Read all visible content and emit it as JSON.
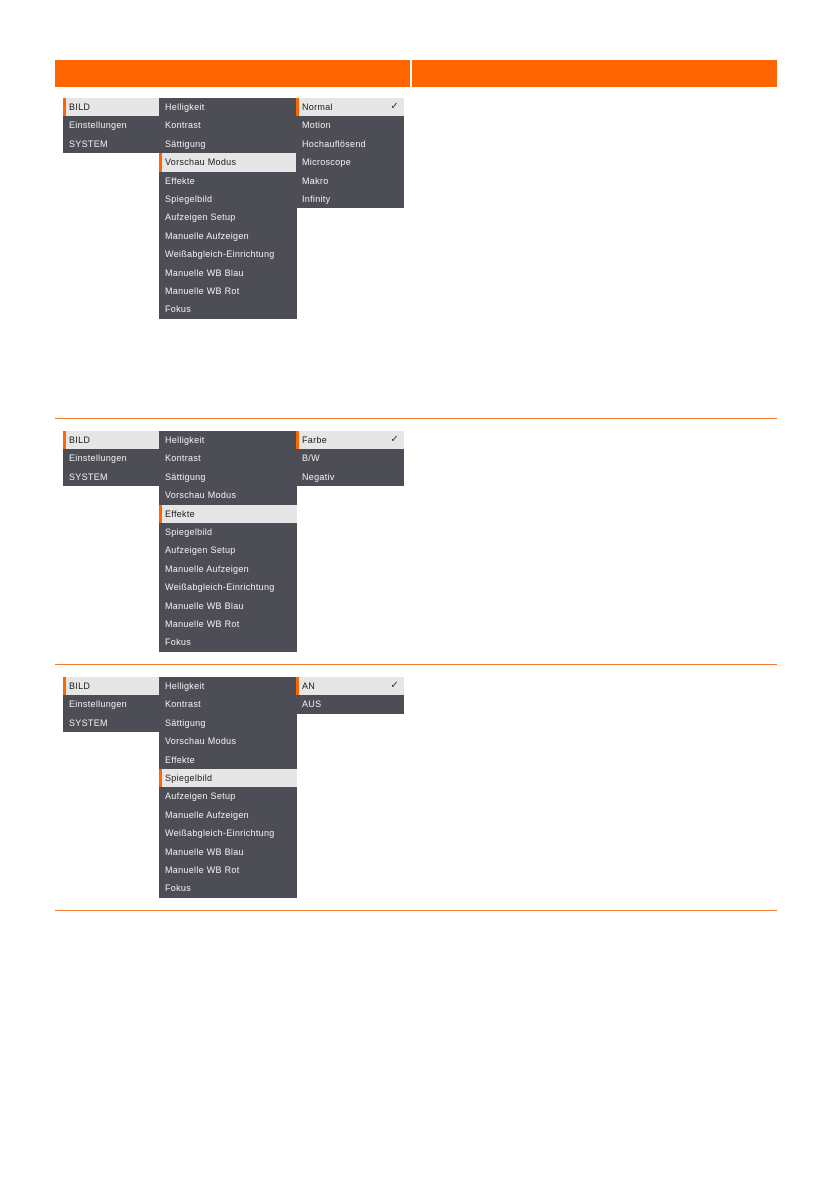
{
  "colors": {
    "accent": "#ff6600",
    "menu_bg": "#4d4d55",
    "selected_bg": "#e6e6e6"
  },
  "sections": [
    {
      "col1": [
        {
          "label": "BILD",
          "sel": true
        },
        {
          "label": "Einstellungen"
        },
        {
          "label": "SYSTEM"
        }
      ],
      "col2": [
        {
          "label": "Helligkeit"
        },
        {
          "label": "Kontrast"
        },
        {
          "label": "Sättigung"
        },
        {
          "label": "Vorschau Modus",
          "sel": true
        },
        {
          "label": "Effekte"
        },
        {
          "label": "Spiegelbild"
        },
        {
          "label": "Aufzeigen Setup"
        },
        {
          "label": "Manuelle Aufzeigen"
        },
        {
          "label": "Weißabgleich-Einrichtung"
        },
        {
          "label": "Manuelle WB Blau"
        },
        {
          "label": "Manuelle WB Rot"
        },
        {
          "label": "Fokus"
        }
      ],
      "col3": [
        {
          "label": "Normal",
          "sel": true,
          "check": "✓"
        },
        {
          "label": "Motion"
        },
        {
          "label": "Hochauflösend"
        },
        {
          "label": "Microscope"
        },
        {
          "label": "Makro"
        },
        {
          "label": "Infinity"
        }
      ]
    },
    {
      "col1": [
        {
          "label": "BILD",
          "sel": true
        },
        {
          "label": "Einstellungen"
        },
        {
          "label": "SYSTEM"
        }
      ],
      "col2": [
        {
          "label": "Helligkeit"
        },
        {
          "label": "Kontrast"
        },
        {
          "label": "Sättigung"
        },
        {
          "label": "Vorschau Modus"
        },
        {
          "label": "Effekte",
          "sel": true
        },
        {
          "label": "Spiegelbild"
        },
        {
          "label": "Aufzeigen Setup"
        },
        {
          "label": "Manuelle Aufzeigen"
        },
        {
          "label": "Weißabgleich-Einrichtung"
        },
        {
          "label": "Manuelle WB Blau"
        },
        {
          "label": "Manuelle WB Rot"
        },
        {
          "label": "Fokus"
        }
      ],
      "col3": [
        {
          "label": "Farbe",
          "sel": true,
          "check": "✓"
        },
        {
          "label": "B/W"
        },
        {
          "label": "Negativ"
        }
      ]
    },
    {
      "col1": [
        {
          "label": "BILD",
          "sel": true
        },
        {
          "label": "Einstellungen"
        },
        {
          "label": "SYSTEM"
        }
      ],
      "col2": [
        {
          "label": "Helligkeit"
        },
        {
          "label": "Kontrast"
        },
        {
          "label": "Sättigung"
        },
        {
          "label": "Vorschau Modus"
        },
        {
          "label": "Effekte"
        },
        {
          "label": "Spiegelbild",
          "sel": true
        },
        {
          "label": "Aufzeigen Setup"
        },
        {
          "label": "Manuelle Aufzeigen"
        },
        {
          "label": "Weißabgleich-Einrichtung"
        },
        {
          "label": "Manuelle WB Blau"
        },
        {
          "label": "Manuelle WB Rot"
        },
        {
          "label": "Fokus"
        }
      ],
      "col3": [
        {
          "label": "AN",
          "sel": true,
          "check": "✓"
        },
        {
          "label": "AUS"
        }
      ]
    }
  ]
}
